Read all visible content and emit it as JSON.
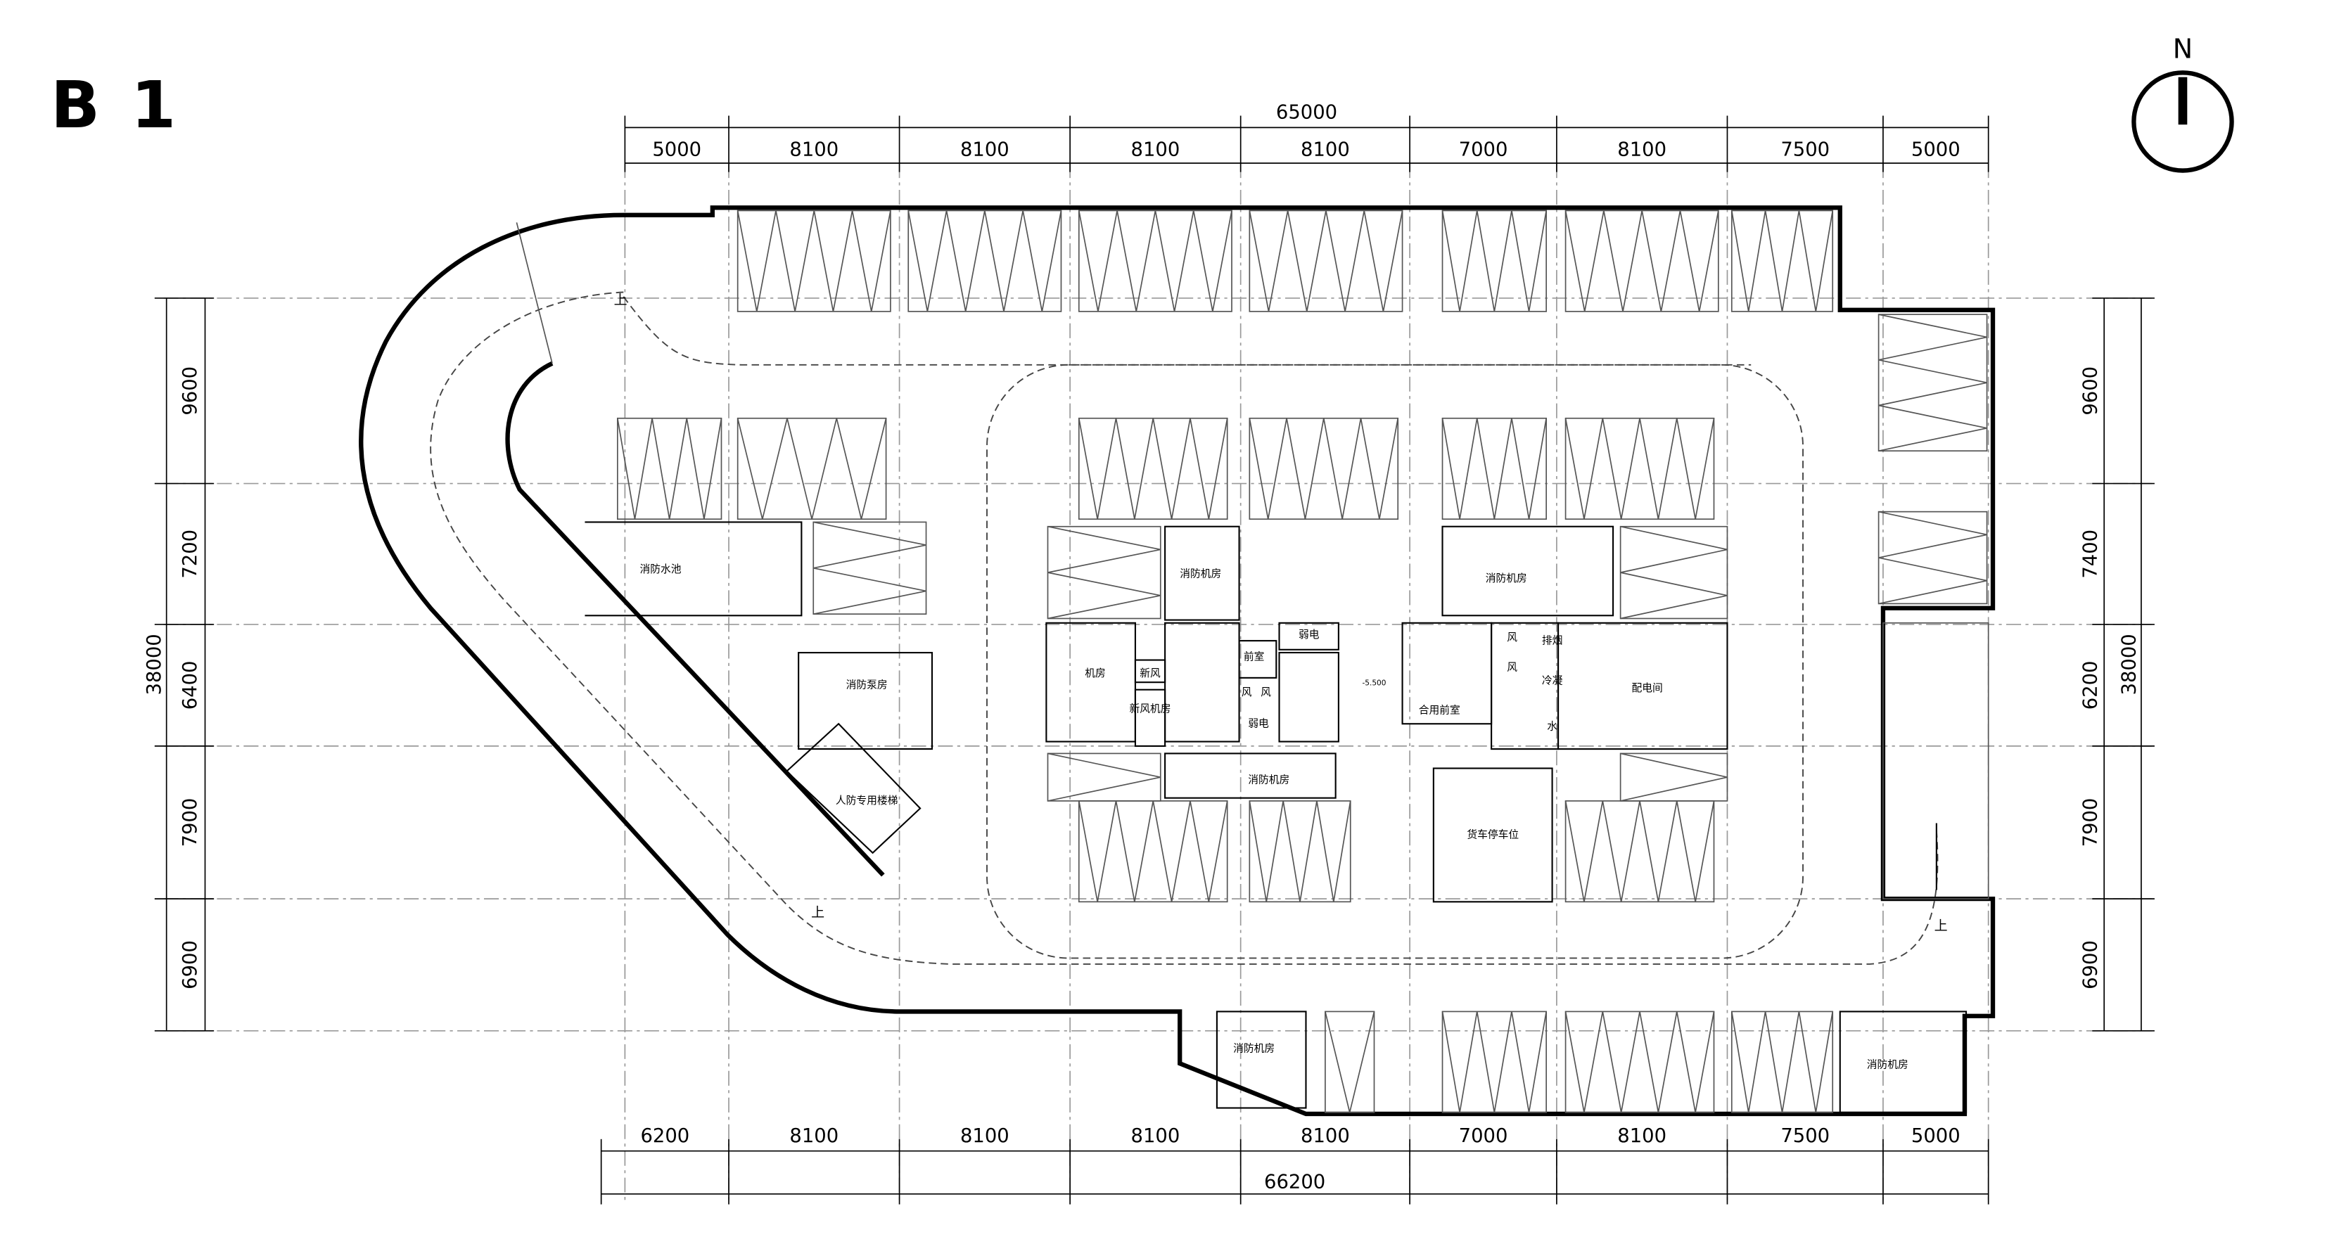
{
  "title": "B 1",
  "north": "N",
  "dims": {
    "top_total": "65000",
    "top": [
      "5000",
      "8100",
      "8100",
      "8100",
      "8100",
      "7000",
      "8100",
      "7500",
      "5000"
    ],
    "bottom_total": "66200",
    "bottom": [
      "6200",
      "8100",
      "8100",
      "8100",
      "8100",
      "7000",
      "8100",
      "7500",
      "5000"
    ],
    "left_total": "38000",
    "left": [
      "9600",
      "7200",
      "6400",
      "7900",
      "6900"
    ],
    "right_total": "38000",
    "right": [
      "9600",
      "7400",
      "6200",
      "7900",
      "6900"
    ]
  },
  "rooms": {
    "fire_pool": "消防水池",
    "fire_pump": "消防泵房",
    "civil_stair": "人防专用楼梯",
    "fire_machine_1": "消防机房",
    "fire_machine_2": "消防机房",
    "fire_machine_3": "消防机房",
    "fire_machine_4": "消防机房",
    "fire_machine_5": "消防机房",
    "machine": "机房",
    "fresh_air": "新风",
    "fresh_air_machine": "新风机房",
    "front_room": "前室",
    "weak_elec_1": "弱电",
    "weak_elec_2": "弱电",
    "wind_1": "风",
    "wind_2": "风",
    "wind_3": "风",
    "wind_4": "风",
    "shared_front": "合用前室",
    "smoke": "排烟",
    "cold_water": "冷凝",
    "water": "水",
    "distribution": "配电间",
    "truck": "货车停车位",
    "level": "-5.500",
    "up_1": "上",
    "up_2": "上",
    "up_3": "上"
  }
}
